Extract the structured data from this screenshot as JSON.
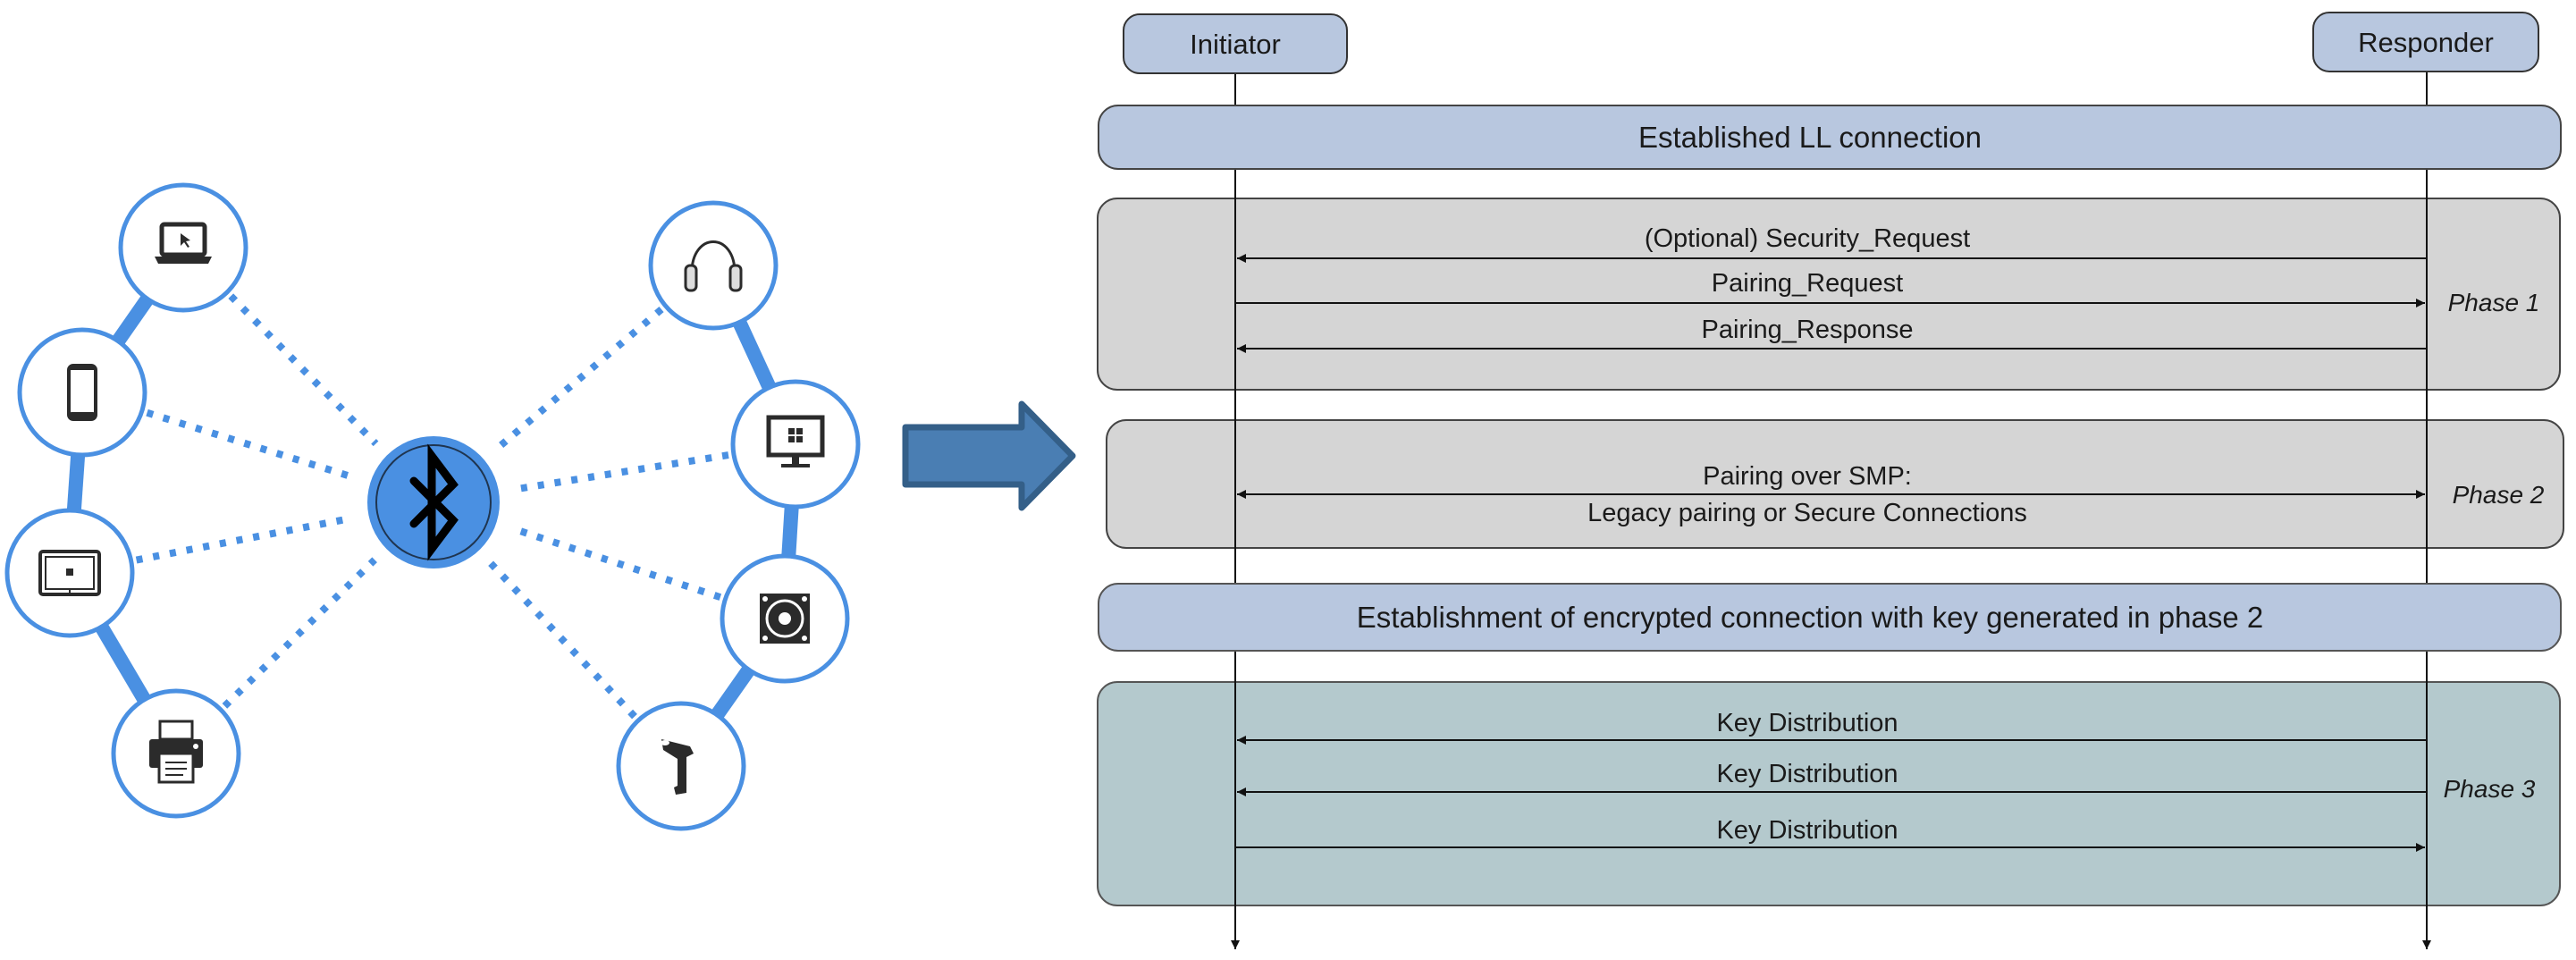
{
  "left_panel": {
    "title": "Bluetooth device network",
    "hub": {
      "icon": "bluetooth-icon"
    },
    "devices_left": [
      {
        "name": "laptop",
        "icon": "laptop-icon"
      },
      {
        "name": "smartphone",
        "icon": "smartphone-icon"
      },
      {
        "name": "tablet",
        "icon": "tablet-icon"
      },
      {
        "name": "printer",
        "icon": "printer-icon"
      }
    ],
    "devices_right": [
      {
        "name": "headphones",
        "icon": "headphones-icon"
      },
      {
        "name": "desktop-monitor",
        "icon": "monitor-icon"
      },
      {
        "name": "speaker",
        "icon": "speaker-icon"
      },
      {
        "name": "barcode-scanner",
        "icon": "barcode-scanner-icon"
      }
    ],
    "colors": {
      "accent": "#4a90e2",
      "icon": "#2b2b2b"
    }
  },
  "transition_arrow": {
    "icon": "right-arrow-icon",
    "fill": "#4a7eb3",
    "stroke": "#345f88"
  },
  "sequence": {
    "actors": {
      "initiator": "Initiator",
      "responder": "Responder"
    },
    "bars": {
      "ll_connection": "Established LL connection",
      "encryption": "Establishment of encrypted connection with key generated in phase 2"
    },
    "phases": [
      {
        "label": "Phase 1",
        "messages": [
          {
            "text": "(Optional) Security_Request",
            "direction": "to-initiator"
          },
          {
            "text": "Pairing_Request",
            "direction": "to-responder"
          },
          {
            "text": "Pairing_Response",
            "direction": "to-initiator"
          }
        ]
      },
      {
        "label": "Phase 2",
        "messages": [
          {
            "text": "Pairing over SMP:",
            "text2": "Legacy pairing or Secure Connections",
            "direction": "both"
          }
        ]
      },
      {
        "label": "Phase 3",
        "messages": [
          {
            "text": "Key Distribution",
            "direction": "to-initiator"
          },
          {
            "text": "Key Distribution",
            "direction": "to-initiator"
          },
          {
            "text": "Key Distribution",
            "direction": "to-responder"
          }
        ]
      }
    ],
    "colors": {
      "actor_fill": "#b8c7df",
      "bar_fill": "#b8c7df",
      "phase1_fill": "#d5d5d5",
      "phase2_fill": "#d5d5d5",
      "phase3_fill": "#b4c9cd",
      "line": "#1a1a1a"
    }
  }
}
